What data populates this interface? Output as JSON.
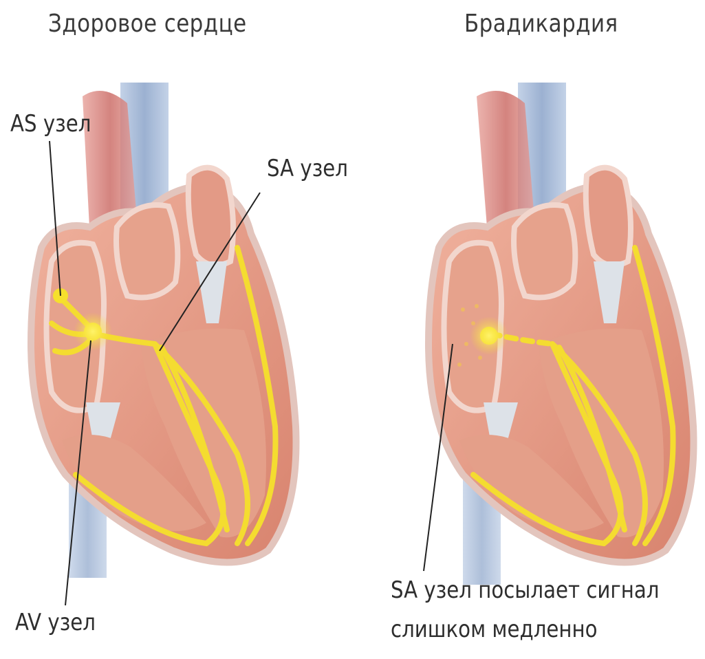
{
  "panels": {
    "healthy": {
      "title": "Здоровое сердце",
      "labels": {
        "as_node": "AS узел",
        "sa_node": "SA узел",
        "av_node": "AV узел"
      }
    },
    "bradycardia": {
      "title": "Брадикардия",
      "labels": {
        "sa_signal_line1": "SA узел посылает сигнал",
        "sa_signal_line2": "слишком медленно"
      }
    }
  },
  "colors": {
    "muscle": "#e89a84",
    "muscle_dark": "#c86e5c",
    "chamber": "#f3b9a4",
    "conduction": "#f4dc30",
    "vessel_blue": "#9fb6d6",
    "aorta": "#d77f78",
    "valve": "#d8dde4"
  }
}
